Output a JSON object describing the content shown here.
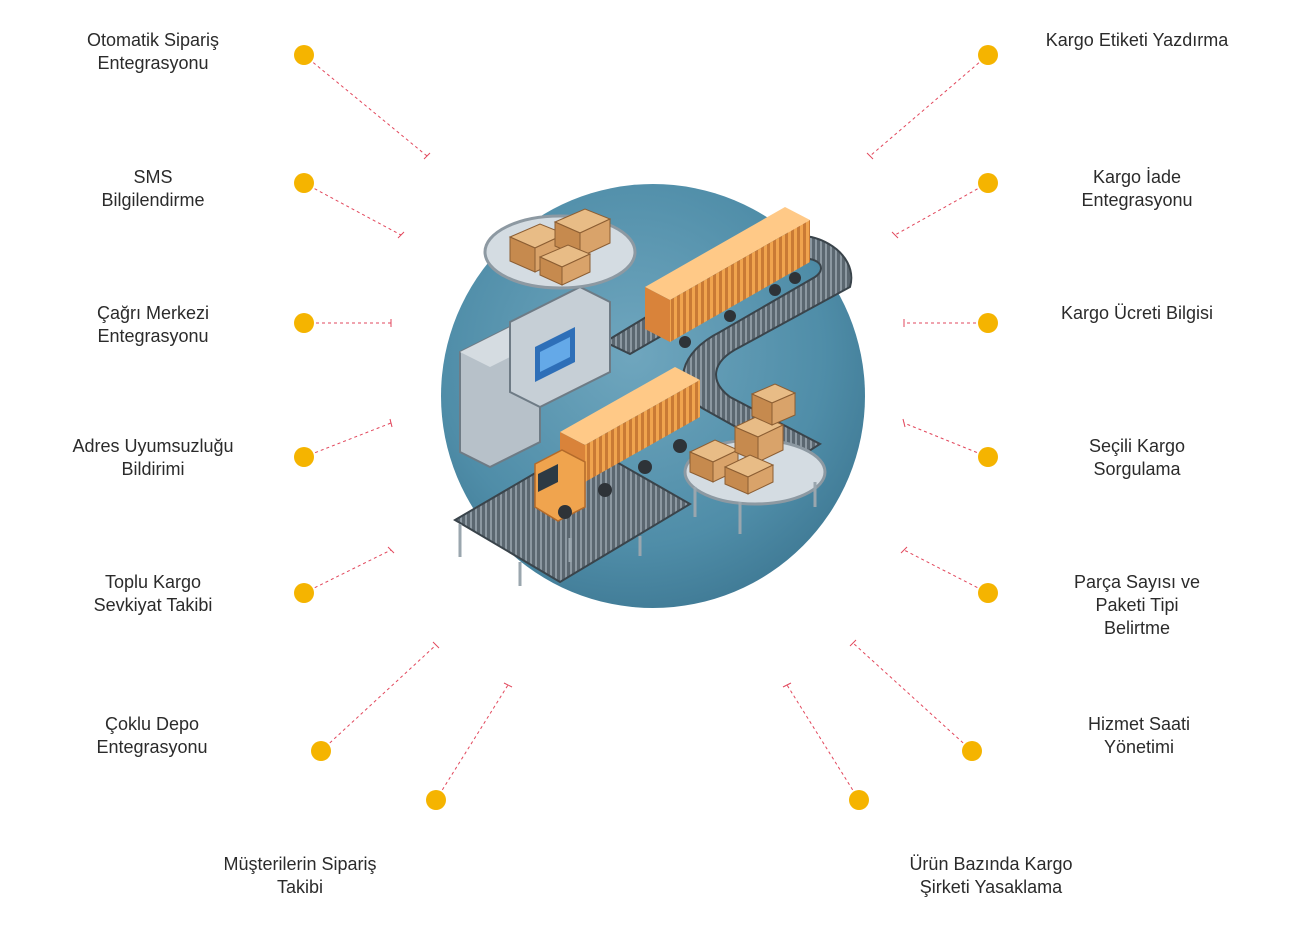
{
  "colors": {
    "dot": "#F5B400",
    "connector": "#E2475C",
    "text": "#2B2B2B",
    "circle_bg": "#4F8DA8",
    "container": "#F0A44E",
    "box": "#D9A36A"
  },
  "illustration": {
    "subject": "isometric logistics conveyor with trucks, containers and cardboard boxes"
  },
  "features": {
    "f1": "Otomatik Sipariş\nEntegrasyonu",
    "f2": "SMS\nBilgilendirme",
    "f3": "Çağrı Merkezi\nEntegrasyonu",
    "f4": "Adres Uyumsuzluğu\nBildirimi",
    "f5": "Toplu Kargo\nSevkiyat Takibi",
    "f6": "Çoklu Depo\nEntegrasyonu",
    "f7": "Müşterilerin Sipariş\nTakibi",
    "f8": "Kargo Etiketi Yazdırma",
    "f9": "Kargo İade\nEntegrasyonu",
    "f10": "Kargo Ücreti Bilgisi",
    "f11": "Seçili Kargo\nSorgulama",
    "f12": "Parça Sayısı ve\nPaketi Tipi\nBelirtme",
    "f13": "Hizmet Saati\nYönetimi",
    "f14": "Ürün Bazında Kargo\nŞirketi Yasaklama"
  }
}
